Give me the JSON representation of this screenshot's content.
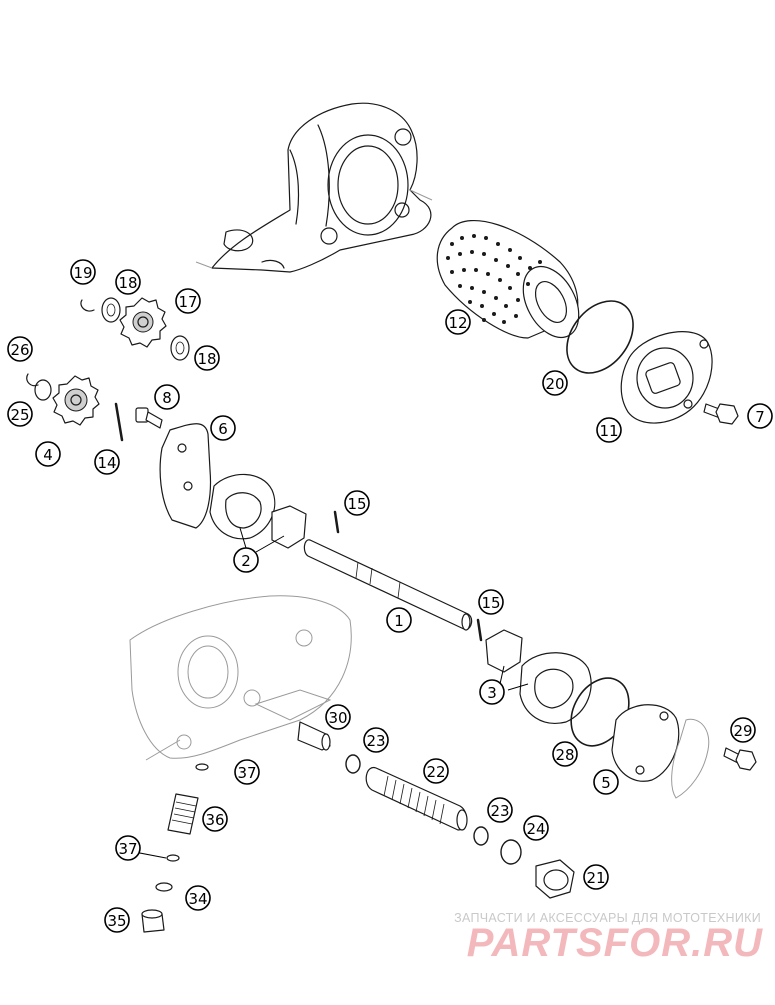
{
  "callouts": [
    {
      "id": "c1",
      "label": "1"
    },
    {
      "id": "c2",
      "label": "2"
    },
    {
      "id": "c3",
      "label": "3"
    },
    {
      "id": "c4",
      "label": "4"
    },
    {
      "id": "c5",
      "label": "5"
    },
    {
      "id": "c6",
      "label": "6"
    },
    {
      "id": "c7",
      "label": "7"
    },
    {
      "id": "c8",
      "label": "8"
    },
    {
      "id": "c11",
      "label": "11"
    },
    {
      "id": "c12",
      "label": "12"
    },
    {
      "id": "c14",
      "label": "14"
    },
    {
      "id": "c15a",
      "label": "15"
    },
    {
      "id": "c15b",
      "label": "15"
    },
    {
      "id": "c17",
      "label": "17"
    },
    {
      "id": "c18a",
      "label": "18"
    },
    {
      "id": "c18b",
      "label": "18"
    },
    {
      "id": "c19",
      "label": "19"
    },
    {
      "id": "c20",
      "label": "20"
    },
    {
      "id": "c21",
      "label": "21"
    },
    {
      "id": "c22",
      "label": "22"
    },
    {
      "id": "c23a",
      "label": "23"
    },
    {
      "id": "c23b",
      "label": "23"
    },
    {
      "id": "c24",
      "label": "24"
    },
    {
      "id": "c25",
      "label": "25"
    },
    {
      "id": "c26",
      "label": "26"
    },
    {
      "id": "c28",
      "label": "28"
    },
    {
      "id": "c29",
      "label": "29"
    },
    {
      "id": "c30",
      "label": "30"
    },
    {
      "id": "c34",
      "label": "34"
    },
    {
      "id": "c35",
      "label": "35"
    },
    {
      "id": "c36",
      "label": "36"
    },
    {
      "id": "c37a",
      "label": "37"
    },
    {
      "id": "c37b",
      "label": "37"
    }
  ],
  "watermark": {
    "tagline": "ЗАПЧАСТИ И АКСЕССУАРЫ ДЛЯ МОТОТЕХНИКИ",
    "logo_text": "PARTSFOR.RU",
    "tagline_color": "#c9c9c9",
    "logo_color": "#f3b8bc"
  }
}
